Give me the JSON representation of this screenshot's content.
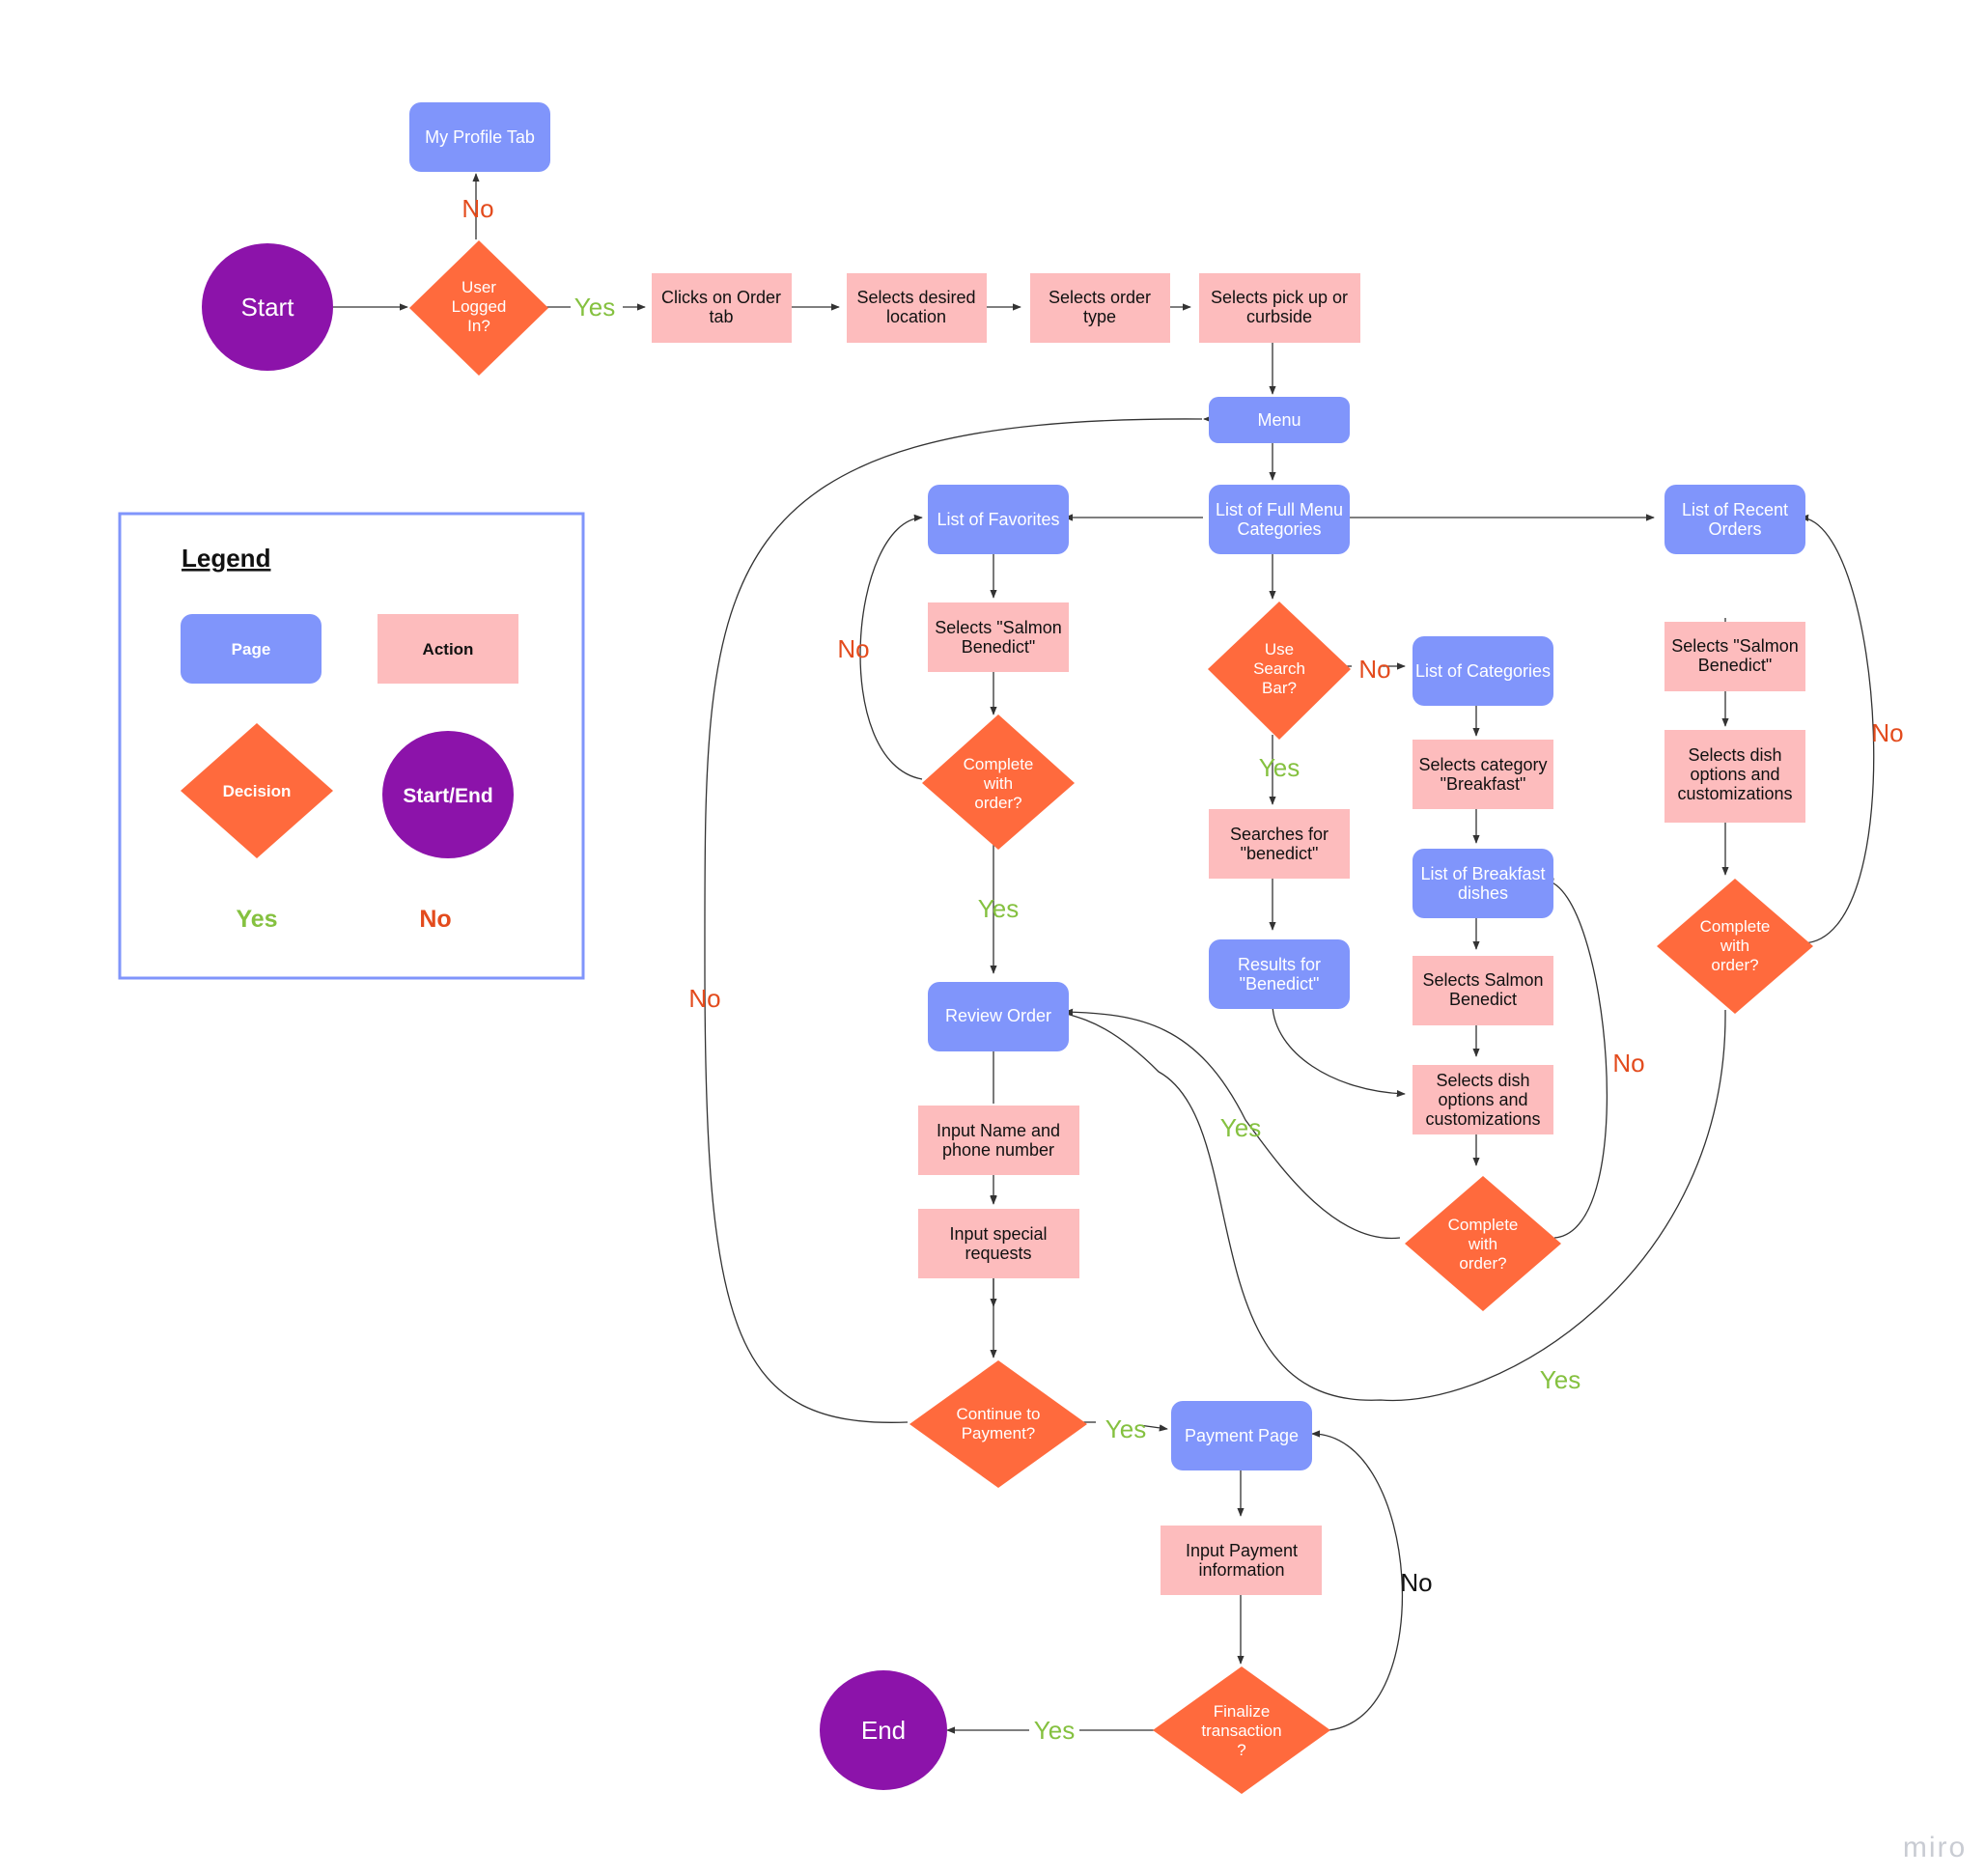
{
  "colors": {
    "page": "#8095fb",
    "action": "#fdbcbd",
    "decision": "#ff6a3d",
    "start_end": "#8c13aa",
    "yes": "#85c140",
    "no": "#e34b1d"
  },
  "legend": {
    "title": "Legend",
    "page": "Page",
    "action": "Action",
    "decision": "Decision",
    "start_end": "Start/End",
    "yes": "Yes",
    "no": "No"
  },
  "nodes": {
    "start": "Start",
    "my_profile": "My Profile Tab",
    "logged_in": [
      "User",
      "Logged",
      "In?"
    ],
    "clicks_order": [
      "Clicks on Order",
      "tab"
    ],
    "selects_location": [
      "Selects desired",
      "location"
    ],
    "selects_order_type": [
      "Selects order",
      "type"
    ],
    "selects_pickup": [
      "Selects pick up or",
      "curbside"
    ],
    "menu": "Menu",
    "favorites": "List of Favorites",
    "full_menu": [
      "List of Full Menu",
      "Categories"
    ],
    "recent_orders": [
      "List of Recent",
      "Orders"
    ],
    "fav_salmon": [
      "Selects \"Salmon",
      "Benedict\""
    ],
    "fav_complete": [
      "Complete",
      "with",
      "order?"
    ],
    "search_bar": [
      "Use",
      "Search",
      "Bar?"
    ],
    "categories": "List of Categories",
    "searches": [
      "Searches for",
      "\"benedict\""
    ],
    "results": [
      "Results for",
      "\"Benedict\""
    ],
    "selects_category": [
      "Selects category",
      "\"Breakfast\""
    ],
    "breakfast": [
      "List of Breakfast",
      "dishes"
    ],
    "selects_salmon_cat": [
      "Selects Salmon",
      "Benedict"
    ],
    "dish_options_mid": [
      "Selects dish",
      "options and",
      "customizations"
    ],
    "mid_complete": [
      "Complete",
      "with",
      "order?"
    ],
    "recent_salmon": [
      "Selects \"Salmon",
      "Benedict\""
    ],
    "recent_options": [
      "Selects dish",
      "options and",
      "customizations"
    ],
    "recent_complete": [
      "Complete",
      "with",
      "order?"
    ],
    "review_order": "Review Order",
    "input_name": [
      "Input Name and",
      "phone number"
    ],
    "input_special": [
      "Input special",
      "requests"
    ],
    "continue_payment": [
      "Continue to",
      "Payment?"
    ],
    "payment_page": "Payment Page",
    "input_payment": [
      "Input Payment",
      "information"
    ],
    "finalize": [
      "Finalize",
      "transaction",
      "?"
    ],
    "end": "End"
  },
  "edge_labels": {
    "no_profile": "No",
    "yes_logged": "Yes",
    "no_favorites_loop": "No",
    "yes_fav_review": "Yes",
    "no_search": "No",
    "yes_search": "Yes",
    "no_recent_loop": "No",
    "no_breakfast_loop": "No",
    "yes_mid_review": "Yes",
    "yes_recent_review": "Yes",
    "no_menu_loop": "No",
    "yes_payment": "Yes",
    "no_payment_loop": "No",
    "yes_end": "Yes"
  },
  "watermark": "miro"
}
